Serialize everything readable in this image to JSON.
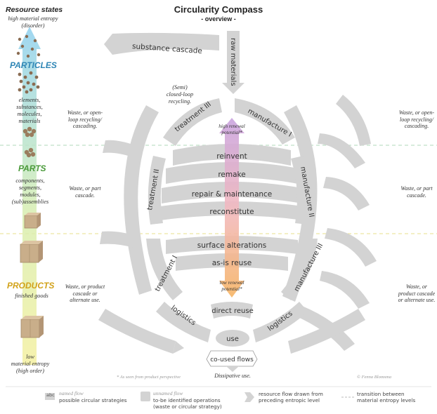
{
  "title": "Circularity Compass",
  "subtitle": "- overview -",
  "resource_states": {
    "title": "Resource states",
    "top_note_1": "high material entropy",
    "top_note_2": "(disorder)",
    "bottom_note_1": "low",
    "bottom_note_2": "material entropy",
    "bottom_note_3": "(high order)"
  },
  "levels": [
    {
      "label": "PARTICLES",
      "color": "#2f86b5",
      "desc": [
        "elements,",
        "substances,",
        "molecules,",
        "materials"
      ]
    },
    {
      "label": "PARTS",
      "color": "#4a9a3a",
      "desc": [
        "components,",
        "segments,",
        "modules,",
        "(sub)assemblies"
      ]
    },
    {
      "label": "PRODUCTS",
      "color": "#d2a21a",
      "desc": [
        "finished goods"
      ]
    }
  ],
  "waste_notes": {
    "particles": "Waste, or open-loop recycling/ cascading.",
    "parts": "Waste, or part cascade.",
    "products": "Waste, or product cascade or alternate use."
  },
  "flows": {
    "substance_cascade": "substance cascade",
    "raw_materials": "raw materials",
    "treatment_3": "treatment III",
    "treatment_2": "treatment II",
    "treatment_1": "treatment I",
    "manufacture_1": "manufacture I",
    "manufacture_2": "manufacture II",
    "manufacture_3": "manufacture III",
    "logistics_left": "logistics",
    "logistics_right": "logistics",
    "direct_reuse": "direct reuse",
    "use": "use",
    "co_used_flows": "co-used flows"
  },
  "strategies": {
    "reinvent": "reinvent",
    "remake": "remake",
    "repair": "repair & maintenance",
    "reconstitute": "reconstitute",
    "surface": "surface alterations",
    "as_is": "as-is reuse"
  },
  "closed_loop": [
    "(Semi)",
    "closed-loop",
    "recycling."
  ],
  "high_renewal": [
    "high renewal",
    "potential*"
  ],
  "low_renewal": [
    "low renewal",
    "potential*"
  ],
  "dissipative": "Dissipative use.",
  "footnote": "* As seen from product perspective",
  "credit": "© Fenna Blomsma",
  "legend": {
    "abc": "abc",
    "named_flow": "named flow",
    "named_flow_desc": "possible circular strategies",
    "unnamed_flow": "unnamed flow",
    "unnamed_flow_desc_1": "to-be identified operations",
    "unnamed_flow_desc_2": "(waste or circular strategy)",
    "resource_flow_1": "resource flow drawn from",
    "resource_flow_2": "preceding entropic level",
    "transition_1": "transition between",
    "transition_2": "material entropy levels"
  },
  "colors": {
    "flow_gray": "#d2d2d2",
    "flow_dark": "#bdbdbd",
    "arrow_top": "#c9a3df",
    "arrow_bottom": "#f6b464",
    "particles_blue": "#2f86b5",
    "parts_green": "#4a9a3a",
    "products_gold": "#d2a21a",
    "material": "#a58a6a"
  }
}
